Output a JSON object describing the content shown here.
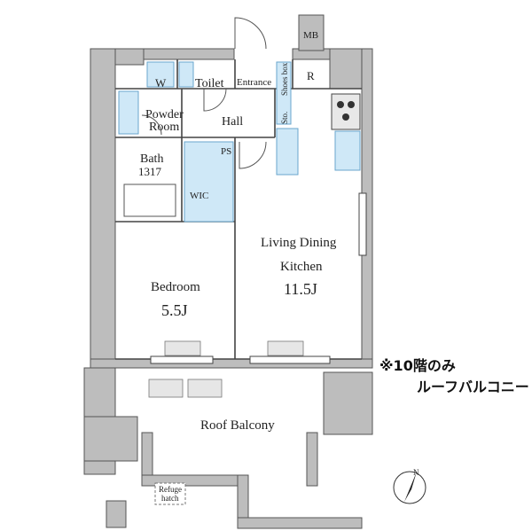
{
  "rooms": {
    "mb": "MB",
    "w": "W",
    "toilet": "Toilet",
    "entrance": "Entrance",
    "shoes_box": "Shoes box",
    "r": "R",
    "powder_line1": "Powder",
    "powder_line2": "Room",
    "hall": "Hall",
    "sto": "Sto.",
    "bath": "Bath",
    "bath_size": "1317",
    "ps": "PS",
    "wic": "WIC",
    "ldk_line1": "Living Dining",
    "ldk_line2": "Kitchen",
    "ldk_size": "11.5J",
    "bedroom": "Bedroom",
    "bedroom_size": "5.5J",
    "roof_balcony": "Roof Balcony",
    "refuge_line1": "Refuge",
    "refuge_line2": "hatch"
  },
  "note": {
    "line1": "※10階のみ",
    "line2": "ルーフバルコニー"
  },
  "compass": {
    "label": "N"
  },
  "colors": {
    "wall": "#b5b5b5",
    "wall_line": "#555555",
    "fixture": "#cfe8f7",
    "fixture_line": "#6aa6cc"
  }
}
